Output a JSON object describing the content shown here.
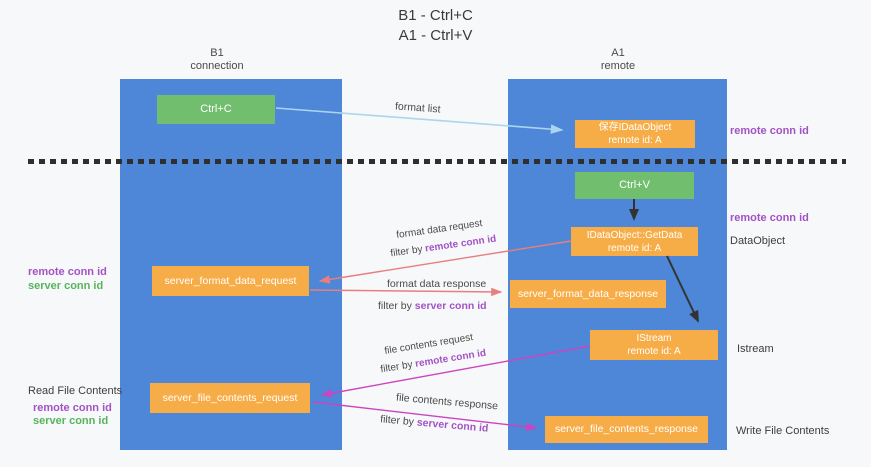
{
  "title": {
    "line1": "B1 - Ctrl+C",
    "line2": "A1 - Ctrl+V"
  },
  "lanes": {
    "left": {
      "title": "B1",
      "subtitle": "connection"
    },
    "right": {
      "title": "A1",
      "subtitle": "remote"
    }
  },
  "nodes": {
    "ctrl_c": {
      "label": "Ctrl+C"
    },
    "ctrl_v": {
      "label": "Ctrl+V"
    },
    "save_idataobject": {
      "line1": "保存IDataObject",
      "line2": "remote id: A"
    },
    "idataobject_getdata": {
      "line1": "IDataObject::GetData",
      "line2": "remote id: A"
    },
    "istream": {
      "line1": "IStream",
      "line2": "remote id: A"
    },
    "server_format_data_request": {
      "label": "server_format_data_request"
    },
    "server_format_data_response": {
      "label": "server_format_data_response"
    },
    "server_file_contents_request": {
      "label": "server_file_contents_request"
    },
    "server_file_contents_response": {
      "label": "server_file_contents_response"
    }
  },
  "edges": {
    "format_list": {
      "label": "format list"
    },
    "format_data_request": {
      "label": "format data request",
      "filter_prefix": "filter by",
      "filter_key": "remote conn id"
    },
    "format_data_response": {
      "label": "format data response",
      "filter_prefix": "filter by",
      "filter_key": "server conn id"
    },
    "file_contents_request": {
      "label": "file contents request",
      "filter_prefix": "filter by",
      "filter_key": "remote conn id"
    },
    "file_contents_response": {
      "label": "file contents response",
      "filter_prefix": "filter by",
      "filter_key": "server conn id"
    }
  },
  "annotations": {
    "right_top_remote_conn": "remote conn id",
    "right_mid_remote_conn": "remote conn id",
    "right_dataobject": "DataObject",
    "right_istream": "Istream",
    "right_write_file": "Write File Contents",
    "left_remote_conn_1": "remote conn id",
    "left_server_conn_1": "server conn id",
    "left_read_file": "Read File Contents",
    "left_remote_conn_2": "remote conn id",
    "left_server_conn_2": "server conn id"
  },
  "colors": {
    "lane_blue": "#4e87d8",
    "node_green": "#71bf6e",
    "node_orange": "#f7ad47",
    "arrow_light_blue": "#a9d5f0",
    "arrow_red": "#e87e7e",
    "arrow_magenta": "#cb44c0",
    "arrow_black": "#333333",
    "label_purple": "#a352c6",
    "label_green": "#56b45c",
    "text_dark": "#3d3d3d"
  }
}
